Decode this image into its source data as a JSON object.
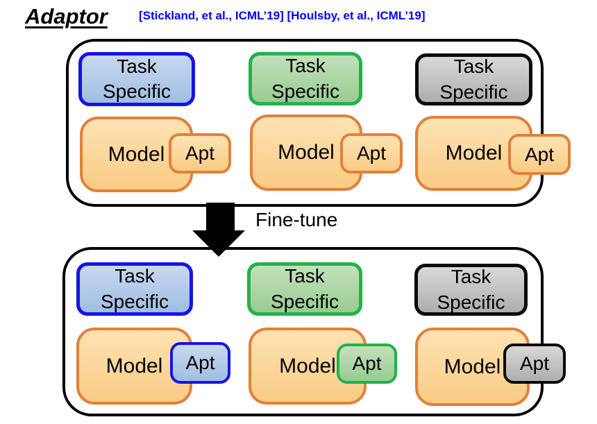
{
  "title": "Adaptor",
  "citations": "[Stickland, et al., ICML’19] [Houlsby, et al., ICML’19]",
  "arrow": {
    "label": "Fine-tune",
    "icon": "down-arrow"
  },
  "labels": {
    "task_specific_line1": "Task",
    "task_specific_line2": "Specific",
    "model": "Model",
    "adapter": "Apt"
  },
  "panels": [
    {
      "id": "pretrained",
      "columns": [
        {
          "task_theme": "blue",
          "apt_theme": "orange"
        },
        {
          "task_theme": "green",
          "apt_theme": "orange"
        },
        {
          "task_theme": "gray",
          "apt_theme": "orange"
        }
      ]
    },
    {
      "id": "finetuned",
      "columns": [
        {
          "task_theme": "blue",
          "apt_theme": "blue"
        },
        {
          "task_theme": "green",
          "apt_theme": "green"
        },
        {
          "task_theme": "gray",
          "apt_theme": "gray"
        }
      ]
    }
  ],
  "colors": {
    "citation_blue": "#0000FF",
    "outline_black": "#000000",
    "blue_border": "#1414E6",
    "blue_fill_top": "#C8D8EF",
    "blue_fill_bottom": "#9FBEE3",
    "green_border": "#22B24C",
    "green_fill_top": "#C4E0BC",
    "green_fill_bottom": "#98CC91",
    "gray_border": "#0B0B0B",
    "gray_fill_top": "#D8D8D8",
    "gray_fill_bottom": "#AEAEAE",
    "orange_border": "#E2803A",
    "orange_fill_top": "#FDE3B3",
    "orange_fill_bottom": "#FACB85"
  }
}
